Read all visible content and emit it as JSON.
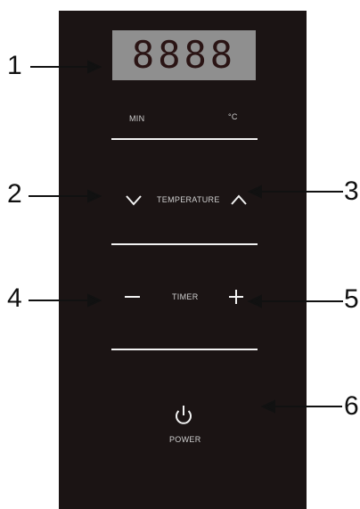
{
  "display": {
    "digits": "8888"
  },
  "labels": {
    "min": "MIN",
    "celsius": "°C",
    "temperature": "TEMPERATURE",
    "timer": "TIMER",
    "power": "POWER"
  },
  "controls": {
    "temp_down_symbol": "∨",
    "temp_up_symbol": "∧",
    "timer_minus_symbol": "−",
    "timer_plus_symbol": "+"
  },
  "callouts": [
    "1",
    "2",
    "3",
    "4",
    "5",
    "6"
  ],
  "colors": {
    "panel": "#1b1414",
    "display": "#8f8f8f",
    "segments": "#2a1414",
    "arrows": "#111111"
  }
}
